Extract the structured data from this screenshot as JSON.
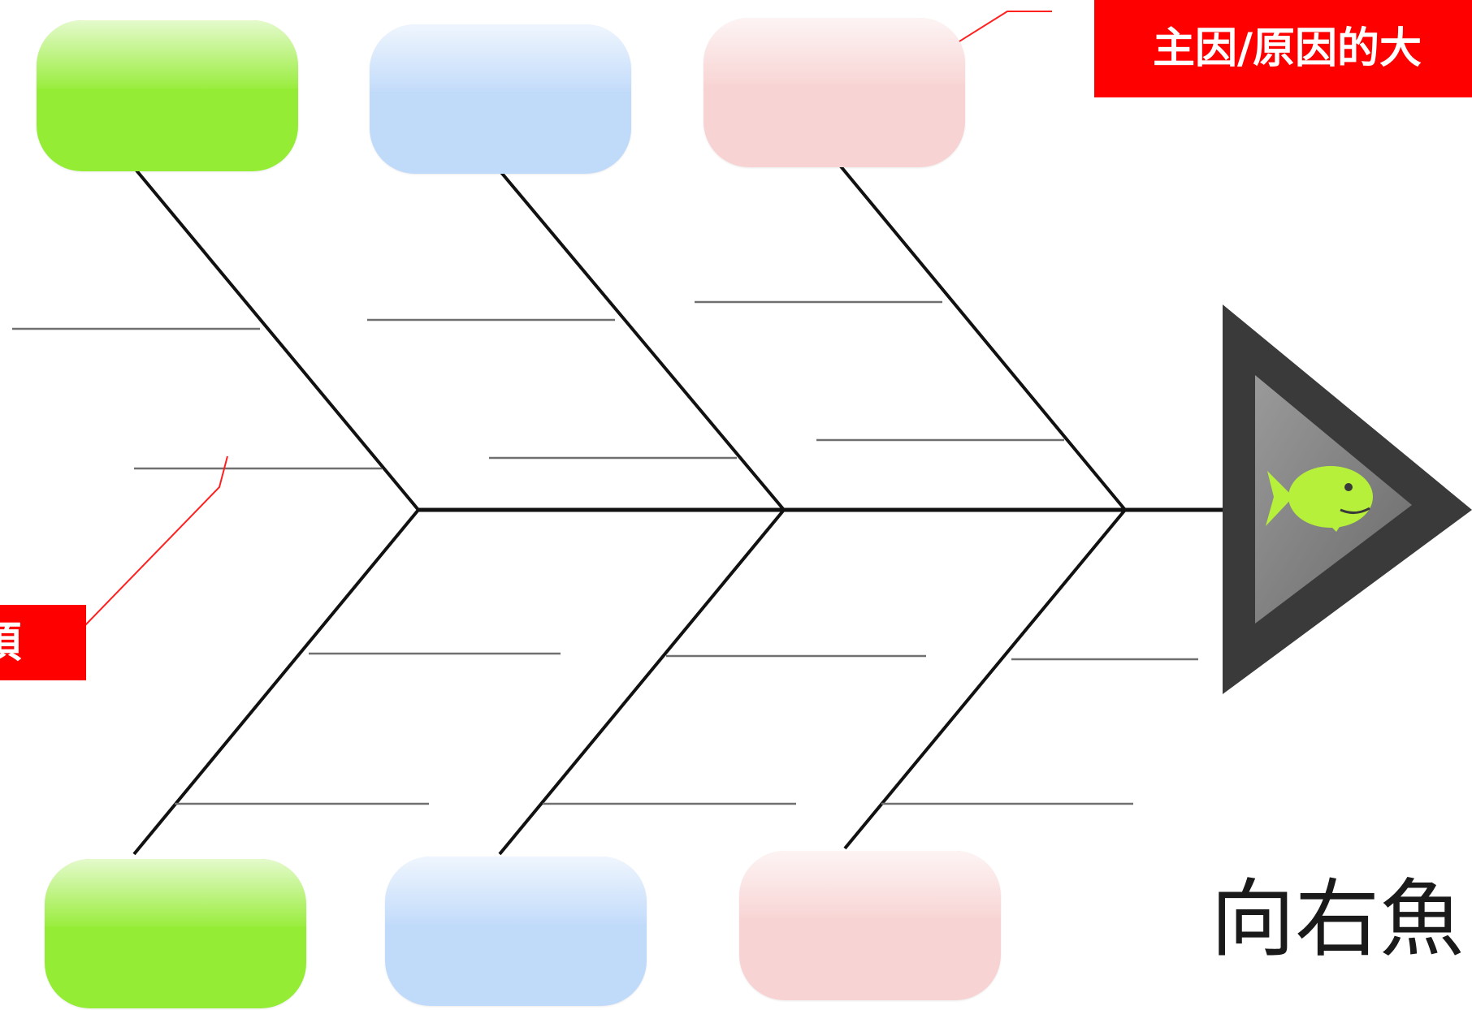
{
  "callouts": {
    "top_right": "主因/原因的大",
    "left": "項"
  },
  "caption": "向右魚",
  "colors": {
    "green": "#95ec35",
    "blue": "#c0dafa",
    "pink": "#f8d3d3",
    "callout": "#ff0000",
    "spine": "#111111",
    "head_dark": "#3a3a3a",
    "head_light": "#8a8a8a",
    "fish": "#b6f03a"
  },
  "icons": {
    "head": "fish-icon"
  }
}
